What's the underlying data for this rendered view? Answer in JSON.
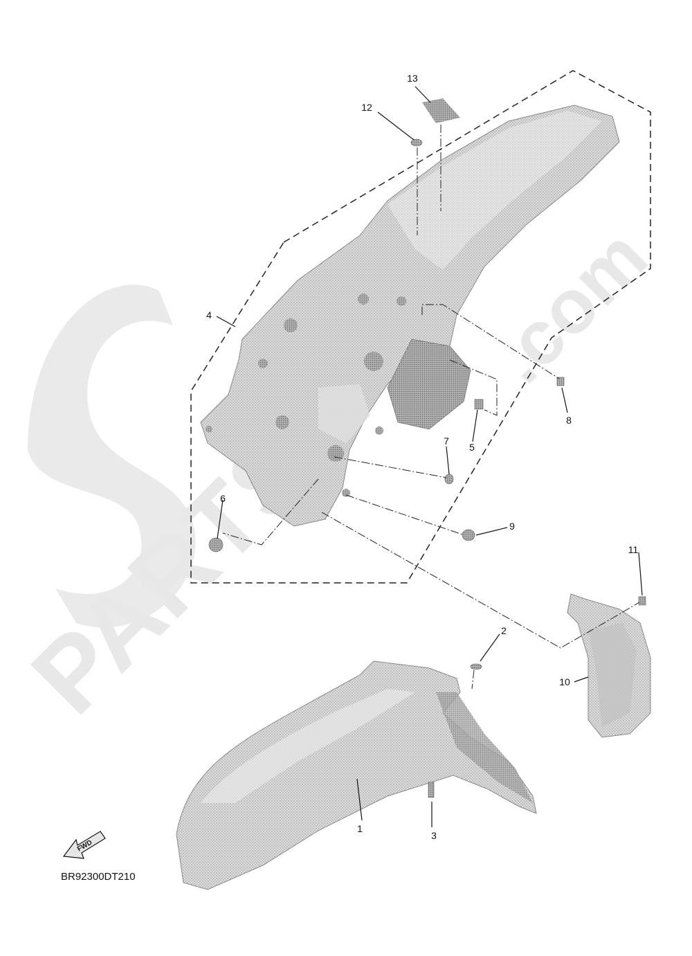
{
  "diagram": {
    "code": "BR92300DT210",
    "fwd_label": "FWD",
    "callouts": [
      "1",
      "2",
      "3",
      "4",
      "5",
      "6",
      "7",
      "8",
      "9",
      "10",
      "11",
      "12",
      "13"
    ],
    "watermark": {
      "main": "PARTS",
      "suffix": ".com"
    },
    "colors": {
      "part_fill": "#d4d4d4",
      "part_shade": "#a8a8a8",
      "line": "#1a1a1a",
      "watermark": "#e6e6e6"
    }
  }
}
